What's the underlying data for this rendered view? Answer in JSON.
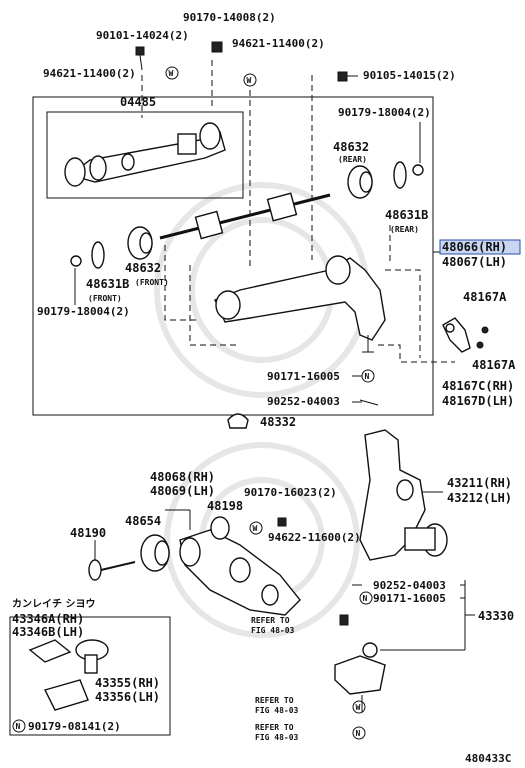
{
  "labels": {
    "p90170_14008": "90170-14008(2)",
    "p90101_14024": "90101-14024(2)",
    "p94621_11400_a": "94621-11400(2)",
    "p94621_11400_b": "94621-11400(2)",
    "p90105_14015": "90105-14015(2)",
    "p04485": "04485",
    "p90179_18004_a": "90179-18004(2)",
    "p48632_rear": "48632",
    "rear_a": "(REAR)",
    "p48631b_rear": "48631B",
    "rear_b": "(REAR)",
    "p48066": "48066(RH)",
    "p48067": "48067(LH)",
    "p48632_front": "48632",
    "front_a": "(FRONT)",
    "p48631b_front": "48631B",
    "front_b": "(FRONT)",
    "p90179_18004_b": "90179-18004(2)",
    "p48167a_1": "48167A",
    "p48167a_2": "48167A",
    "p48167c": "48167C(RH)",
    "p48167d": "48167D(LH)",
    "p90171_16005_a": "90171-16005",
    "p90252_04003_a": "90252-04003",
    "p48332": "48332",
    "p43211": "43211(RH)",
    "p43212": "43212(LH)",
    "p48068": "48068(RH)",
    "p48069": "48069(LH)",
    "p90170_16023": "90170-16023(2)",
    "p48198": "48198",
    "p48190": "48190",
    "p48654": "48654",
    "p94622_11600": "94622-11600(2)",
    "jp_shim": "カンレイチ シヨウ",
    "p43346a": "43346A(RH)",
    "p43346b": "43346B(LH)",
    "p43355": "43355(RH)",
    "p43356": "43356(LH)",
    "p90179_08141": "90179-08141(2)",
    "p90252_04003_b": "90252-04003",
    "p90171_16005_b": "90171-16005",
    "p43330": "43330",
    "refer1_a": "REFER TO",
    "refer1_b": "FIG 48-03",
    "refer2_a": "REFER TO",
    "refer2_b": "FIG 48-03",
    "refer3_a": "REFER TO",
    "refer3_b": "FIG 48-03",
    "fig_id": "480433C"
  },
  "symbols": {
    "washer_w": "W",
    "nut_n": "N"
  },
  "colors": {
    "highlight_fill": "#c8d6f2",
    "highlight_border": "#2a4fa8"
  },
  "highlighted_part": "48066(RH)"
}
